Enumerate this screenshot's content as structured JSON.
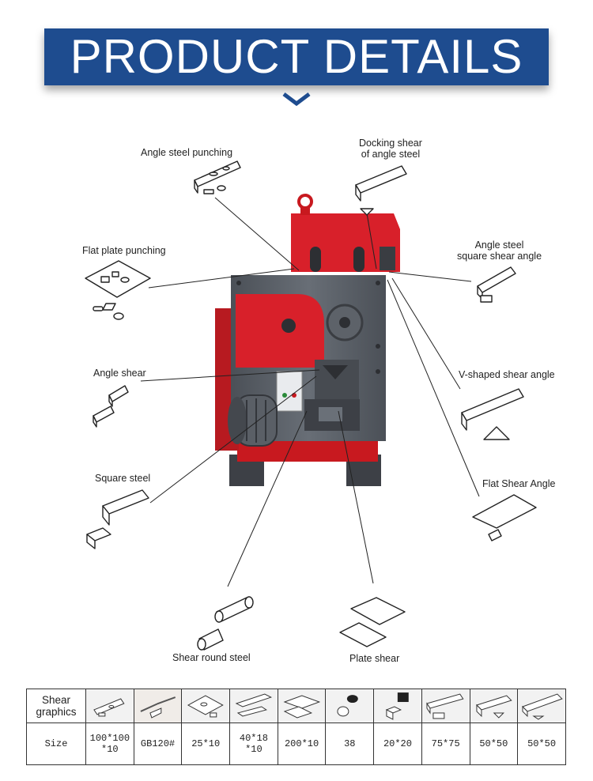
{
  "banner": {
    "title": "PRODUCT DETAILS"
  },
  "callouts": {
    "angle_steel_punching": "Angle steel punching",
    "docking_shear_l1": "Docking shear",
    "docking_shear_l2": "of angle steel",
    "flat_plate_punching": "Flat plate punching",
    "angle_square_l1": "Angle steel",
    "angle_square_l2": "square shear angle",
    "angle_shear": "Angle shear",
    "v_shaped": "V-shaped shear angle",
    "square_steel": "Square steel",
    "flat_shear_angle": "Flat Shear Angle",
    "shear_round_steel": "Shear round steel",
    "plate_shear": "Plate shear"
  },
  "table": {
    "row1_label_l1": "Shear",
    "row1_label_l2": "graphics",
    "row2_label": "Size",
    "thumbs": [
      "angle-punch-thumb",
      "gb120-thumb",
      "plate-punch-thumb",
      "flat-bar-thumb",
      "plate-shear-thumb",
      "round-steel-thumb",
      "square-steel-thumb",
      "angle-shear-thumb",
      "angle-square-thumb",
      "v-angle-thumb"
    ],
    "sizes": [
      {
        "l1": "100*100",
        "l2": "*10"
      },
      {
        "l1": "GB120#",
        "l2": ""
      },
      {
        "l1": "25*10",
        "l2": ""
      },
      {
        "l1": "40*18",
        "l2": "*10"
      },
      {
        "l1": "200*10",
        "l2": ""
      },
      {
        "l1": "38",
        "l2": ""
      },
      {
        "l1": "20*20",
        "l2": ""
      },
      {
        "l1": "75*75",
        "l2": ""
      },
      {
        "l1": "50*50",
        "l2": ""
      },
      {
        "l1": "50*50",
        "l2": ""
      }
    ]
  },
  "colors": {
    "banner": "#1e4c8f",
    "machine_red": "#d8202a",
    "machine_gray": "#5a5f66"
  }
}
